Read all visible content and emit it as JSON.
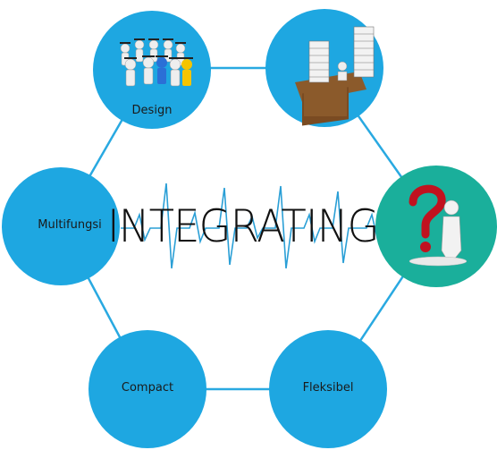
{
  "title": "INTEGRATING",
  "nodes": [
    {
      "id": "design",
      "label": "Design",
      "icon": "graduates-icon",
      "color": "#1ea7e1"
    },
    {
      "id": "paperwork",
      "label": "",
      "icon": "paperwork-desk-icon",
      "color": "#1ea7e1"
    },
    {
      "id": "question",
      "label": "",
      "icon": "question-person-icon",
      "color": "#1aaf9b"
    },
    {
      "id": "fleksibel",
      "label": "Fleksibel",
      "icon": "",
      "color": "#1ea7e1"
    },
    {
      "id": "compact",
      "label": "Compact",
      "icon": "",
      "color": "#1ea7e1"
    },
    {
      "id": "multifungsi",
      "label": "Multifungsi",
      "icon": "",
      "color": "#1ea7e1"
    }
  ],
  "colors": {
    "edge": "#29a9e1",
    "pulse": "#2a9fd6",
    "primary": "#1ea7e1",
    "accent": "#1aaf9b",
    "question": "#c1121f"
  }
}
